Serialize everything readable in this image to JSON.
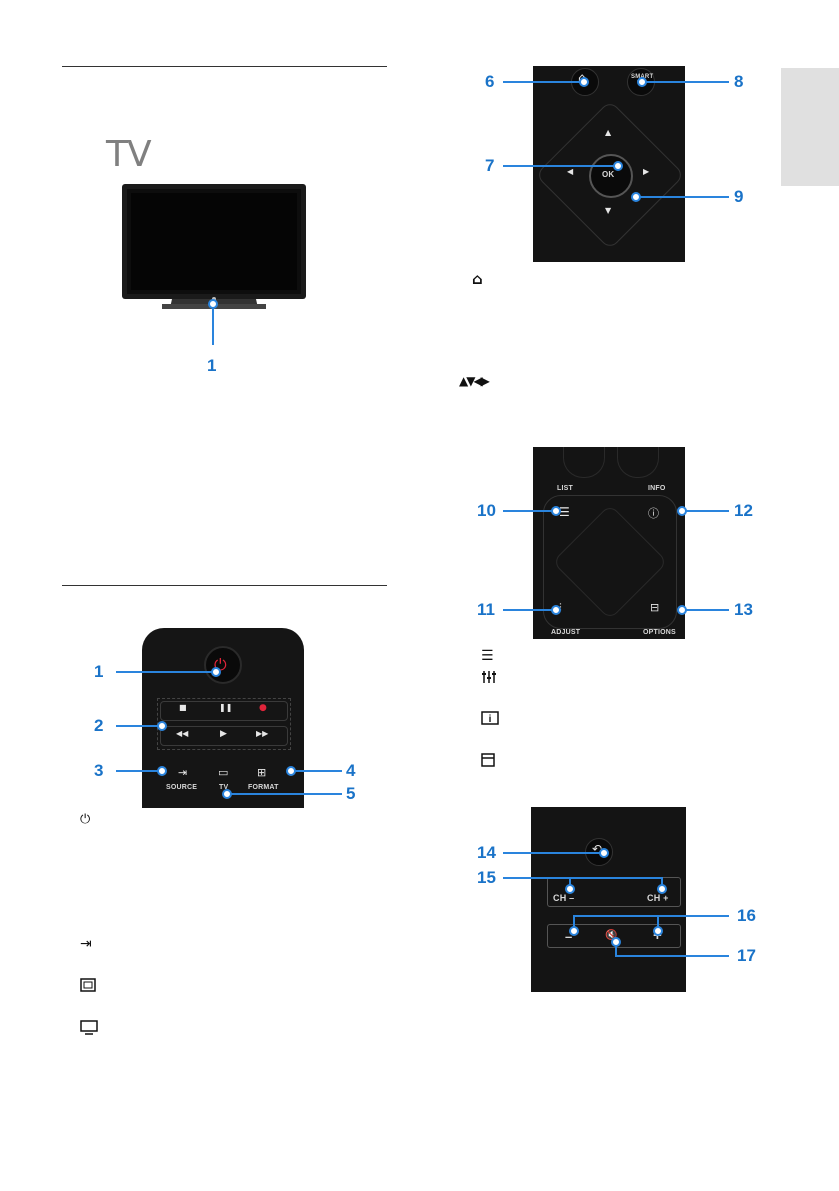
{
  "tv_section": {
    "title": "TV",
    "callouts": {
      "c1": "1"
    }
  },
  "remote1": {
    "labels": {
      "source": "SOURCE",
      "tv": "TV",
      "format": "FORMAT"
    },
    "callouts": {
      "c1": "1",
      "c2": "2",
      "c3": "3",
      "c4": "4",
      "c5": "5"
    },
    "icons": [
      "power-icon",
      "source-icon",
      "format-icon",
      "tv-icon"
    ]
  },
  "remote2": {
    "labels": {
      "smart_tv": "SMART TV",
      "ok": "OK"
    },
    "callouts": {
      "c6": "6",
      "c7": "7",
      "c8": "8",
      "c9": "9"
    },
    "icons": [
      "home-icon",
      "arrows-icon"
    ]
  },
  "remote3": {
    "labels": {
      "list": "LIST",
      "info": "INFO",
      "adjust": "ADJUST",
      "options": "OPTIONS"
    },
    "callouts": {
      "c10": "10",
      "c11": "11",
      "c12": "12",
      "c13": "13"
    },
    "icons": [
      "list-icon",
      "adjust-icon",
      "info-icon",
      "options-icon"
    ]
  },
  "remote4": {
    "labels": {
      "ch_minus": "CH –",
      "ch_plus": "CH +",
      "vol_minus": "–",
      "vol_plus": "+"
    },
    "callouts": {
      "c14": "14",
      "c15": "15",
      "c16": "16",
      "c17": "17"
    }
  },
  "colors": {
    "callout": "#2a84dd",
    "remote_body": "#141414",
    "side_tab": "#e0e0e0",
    "power_red": "#e0243a"
  }
}
